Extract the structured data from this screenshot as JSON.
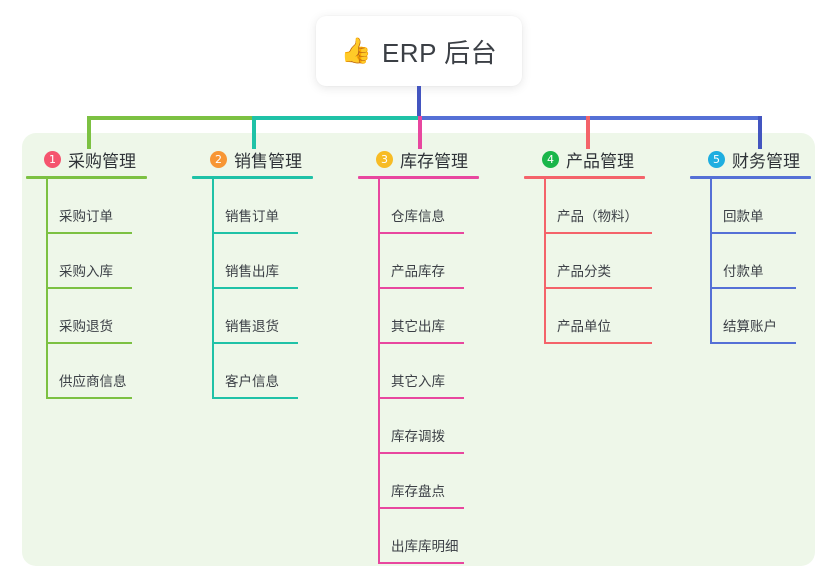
{
  "diagram": {
    "type": "mindmap",
    "root": {
      "icon": "thumbs-up-icon",
      "emoji": "👍",
      "title": "ERP 后台"
    },
    "panel_color": "#eef7e9",
    "branches": [
      {
        "number": "1",
        "badge_color": "#f5546e",
        "line_color": "#7cc142",
        "title": "采购管理",
        "items": [
          "采购订单",
          "采购入库",
          "采购退货",
          "供应商信息"
        ]
      },
      {
        "number": "2",
        "badge_color": "#f79634",
        "line_color": "#1fc2a7",
        "title": "销售管理",
        "items": [
          "销售订单",
          "销售出库",
          "销售退货",
          "客户信息"
        ]
      },
      {
        "number": "3",
        "badge_color": "#f7bc25",
        "line_color": "#e8479f",
        "title": "库存管理",
        "items": [
          "仓库信息",
          "产品库存",
          "其它出库",
          "其它入库",
          "库存调拨",
          "库存盘点",
          "出库库明细"
        ]
      },
      {
        "number": "4",
        "badge_color": "#19b64a",
        "line_color": "#f4636a",
        "title": "产品管理",
        "items": [
          "产品（物料）",
          "产品分类",
          "产品单位"
        ]
      },
      {
        "number": "5",
        "badge_color": "#1eaee0",
        "line_color": "#5570d6",
        "title": "财务管理",
        "items": [
          "回款单",
          "付款单",
          "结算账户"
        ]
      }
    ],
    "connectors": {
      "trunk_color": "#4355c0",
      "bar_segments": [
        {
          "color": "#7cc142",
          "from": 87,
          "to": 254
        },
        {
          "color": "#1fc2a7",
          "from": 254,
          "to": 420
        },
        {
          "color": "#5570d6",
          "from": 420,
          "to": 762
        }
      ]
    }
  }
}
